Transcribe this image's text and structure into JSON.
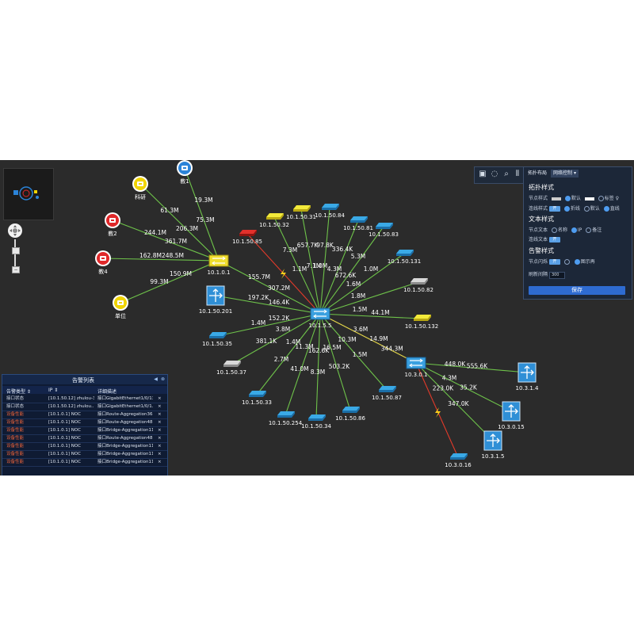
{
  "colors": {
    "link_green": "#6ec24a",
    "link_red": "#e23a2a",
    "link_yellow": "#e6d84a",
    "bolt": "#ffd21a",
    "bg": "#2b2b2b"
  },
  "legend_nodes": [
    {
      "id": "jiao1",
      "label": "教1",
      "color": "#2b83d8",
      "icon": "bus-icon"
    },
    {
      "id": "keyan",
      "label": "科研",
      "color": "#f0d400",
      "icon": "bus-icon"
    },
    {
      "id": "jiao2",
      "label": "教2",
      "color": "#e0282a",
      "icon": "bus-icon"
    },
    {
      "id": "jiao4",
      "label": "教4",
      "color": "#e0282a",
      "icon": "bus-icon"
    },
    {
      "id": "danwei",
      "label": "单位",
      "color": "#f0d400",
      "icon": "bus-icon"
    }
  ],
  "nodes": [
    {
      "id": "n10101",
      "label": "10.1.0.1",
      "kind": "switch-yellow"
    },
    {
      "id": "n1015",
      "label": "10.1.5.5",
      "kind": "switch-blue"
    },
    {
      "id": "n10301",
      "label": "10.3.0.1",
      "kind": "switch-blue"
    },
    {
      "id": "n1015032",
      "label": "10.1.50.32",
      "kind": "flat-yellow"
    },
    {
      "id": "n1015031",
      "label": "10.1.50.31",
      "kind": "flat-yellow"
    },
    {
      "id": "n1015084",
      "label": "10.1.50.84",
      "kind": "flat-blue"
    },
    {
      "id": "n1015081",
      "label": "10.1.50.81",
      "kind": "flat-blue"
    },
    {
      "id": "n1015083",
      "label": "10.1.50.83",
      "kind": "flat-blue"
    },
    {
      "id": "n10150131",
      "label": "10.1.50.131",
      "kind": "flat-blue"
    },
    {
      "id": "n1015082",
      "label": "10.1.50.82",
      "kind": "flat-gray"
    },
    {
      "id": "n10150132",
      "label": "10.1.50.132",
      "kind": "flat-yellow"
    },
    {
      "id": "n1015085",
      "label": "10.1.50.85",
      "kind": "flat-red"
    },
    {
      "id": "n10150201",
      "label": "10.1.50.201",
      "kind": "router"
    },
    {
      "id": "n1015035",
      "label": "10.1.50.35",
      "kind": "flat-blue"
    },
    {
      "id": "n1015037",
      "label": "10.1.50.37",
      "kind": "flat-gray"
    },
    {
      "id": "n1015033",
      "label": "10.1.50.33",
      "kind": "flat-blue"
    },
    {
      "id": "n10150254",
      "label": "10.1.50.254",
      "kind": "flat-blue"
    },
    {
      "id": "n1015034",
      "label": "10.1.50.34",
      "kind": "flat-blue"
    },
    {
      "id": "n1015086",
      "label": "10.1.50.86",
      "kind": "flat-blue"
    },
    {
      "id": "n1015087",
      "label": "10.1.50.87",
      "kind": "flat-blue"
    },
    {
      "id": "n10314",
      "label": "10.3.1.4",
      "kind": "router"
    },
    {
      "id": "n103015",
      "label": "10.3.0.15",
      "kind": "router"
    },
    {
      "id": "n10315",
      "label": "10.3.1.5",
      "kind": "router"
    },
    {
      "id": "n103016",
      "label": "10.3.0.16",
      "kind": "flat-blue"
    }
  ],
  "links": [
    {
      "from": "jiao1",
      "to": "n10101",
      "status": "green",
      "labels": [
        "19.3M",
        "75.3M"
      ]
    },
    {
      "from": "keyan",
      "to": "n10101",
      "status": "green",
      "labels": [
        "61.3M",
        "206.3M"
      ]
    },
    {
      "from": "jiao2",
      "to": "n10101",
      "status": "green",
      "labels": [
        "244.1M",
        "361.7M"
      ]
    },
    {
      "from": "jiao4",
      "to": "n10101",
      "status": "green",
      "labels": [
        "162.8M",
        "248.5M"
      ]
    },
    {
      "from": "danwei",
      "to": "n10101",
      "status": "green",
      "labels": [
        "99.3M",
        "150.9M"
      ]
    },
    {
      "from": "n10101",
      "to": "n1015",
      "status": "green",
      "labels": [
        "155.7M",
        "307.2M"
      ]
    },
    {
      "from": "n1015085",
      "to": "n1015",
      "status": "red",
      "labels": []
    },
    {
      "from": "n1015032",
      "to": "n1015",
      "status": "green",
      "labels": [
        "7.3M",
        "1.1M"
      ]
    },
    {
      "from": "n1015031",
      "to": "n1015",
      "status": "green",
      "labels": [
        "657.7K",
        "7.1M"
      ]
    },
    {
      "from": "n1015084",
      "to": "n1015",
      "status": "green",
      "labels": [
        "97.8K",
        "1.0M"
      ]
    },
    {
      "from": "n1015081",
      "to": "n1015",
      "status": "green",
      "labels": [
        "336.4K",
        "4.3M"
      ]
    },
    {
      "from": "n1015083",
      "to": "n1015",
      "status": "green",
      "labels": [
        "5.3M",
        "672.6K"
      ]
    },
    {
      "from": "n10150131",
      "to": "n1015",
      "status": "green",
      "labels": [
        "1.6M"
      ]
    },
    {
      "from": "n1015082",
      "to": "n1015",
      "status": "green",
      "labels": [
        "1.0M",
        "1.8M"
      ]
    },
    {
      "from": "n10150132",
      "to": "n1015",
      "status": "green",
      "labels": [
        "1.5M",
        "44.1M"
      ]
    },
    {
      "from": "n10150201",
      "to": "n1015",
      "status": "green",
      "labels": [
        "197.2K",
        "146.4K"
      ]
    },
    {
      "from": "n1015035",
      "to": "n1015",
      "status": "green",
      "labels": [
        "1.4M",
        "152.2K"
      ]
    },
    {
      "from": "n1015037",
      "to": "n1015",
      "status": "green",
      "labels": [
        "381.1K",
        "3.8M"
      ]
    },
    {
      "from": "n1015033",
      "to": "n1015",
      "status": "green",
      "labels": [
        "2.7M",
        "1.4M"
      ]
    },
    {
      "from": "n10150254",
      "to": "n1015",
      "status": "green",
      "labels": [
        "41.0M",
        "11.3M"
      ]
    },
    {
      "from": "n1015034",
      "to": "n1015",
      "status": "green",
      "labels": [
        "8.3M",
        "162.6K"
      ]
    },
    {
      "from": "n1015086",
      "to": "n1015",
      "status": "green",
      "labels": [
        "503.2K",
        "16.5M"
      ]
    },
    {
      "from": "n1015087",
      "to": "n1015",
      "status": "green",
      "labels": [
        "1.5M",
        "10.3M"
      ]
    },
    {
      "from": "n1015",
      "to": "n10301",
      "status": "yellow",
      "labels": [
        "3.6M",
        "14.9M",
        "344.3M"
      ]
    },
    {
      "from": "n10301",
      "to": "n10314",
      "status": "green",
      "labels": [
        "448.0K",
        "555.6K"
      ]
    },
    {
      "from": "n10301",
      "to": "n103015",
      "status": "green",
      "labels": [
        "4.3M",
        "35.2K"
      ]
    },
    {
      "from": "n10301",
      "to": "n10315",
      "status": "green",
      "labels": [
        "223.0K",
        "347.0K"
      ]
    },
    {
      "from": "n10301",
      "to": "n103016",
      "status": "red",
      "labels": []
    }
  ],
  "control_panel": {
    "tabs": [
      "拓扑布局",
      "网络控制"
    ],
    "topo_style_title": "拓扑样式",
    "node_style_label": "节点样式",
    "node_style_opts": [
      "默认",
      "标签"
    ],
    "link_style_label": "连线样式",
    "link_style_toggle": "开",
    "link_style_opts": [
      "折线",
      "默认",
      "直线"
    ],
    "text_style_title": "文本样式",
    "node_text_label": "节点文本",
    "node_text_opts": [
      "名称",
      "IP",
      "备注"
    ],
    "link_text_label": "连线文本",
    "link_text_toggle": "开",
    "alarm_style_title": "告警样式",
    "alarm_flash_label": "节点闪烁",
    "alarm_flash_toggle": "开",
    "alarm_flash_opt": "图示再",
    "refresh_label": "刷新间隔",
    "refresh_value": "300",
    "save_label": "保存"
  },
  "alarm_list": {
    "title": "告警列表",
    "columns": [
      "告警类型",
      "IP",
      "详细描述"
    ],
    "rows": [
      {
        "type": "接口状态",
        "type_color": "#d7dde8",
        "ip": "[10.1.50.12] zhulou-32",
        "desc": "接口GigabitEthernet1/0/13...",
        "close": "×"
      },
      {
        "type": "接口状态",
        "type_color": "#d7dde8",
        "ip": "[10.1.50.12] zhulou...",
        "desc": "接口GigabitEthernet1/0/1...",
        "close": "×"
      },
      {
        "type": "设备性能",
        "type_color": "#e8623a",
        "ip": "[10.1.0.1] NOC",
        "desc": "接口Route-Aggregation36...",
        "close": "×"
      },
      {
        "type": "设备性能",
        "type_color": "#e8623a",
        "ip": "[10.1.0.1] NOC",
        "desc": "接口Route-Aggregation48...",
        "close": "×"
      },
      {
        "type": "设备性能",
        "type_color": "#e8623a",
        "ip": "[10.1.0.1] NOC",
        "desc": "接口Bridge-Aggregation11...",
        "close": "×"
      },
      {
        "type": "设备性能",
        "type_color": "#e8623a",
        "ip": "[10.1.0.1] NOC",
        "desc": "接口Route-Aggregation48...",
        "close": "×"
      },
      {
        "type": "设备性能",
        "type_color": "#e8623a",
        "ip": "[10.1.0.1] NOC",
        "desc": "接口Bridge-Aggregation11...",
        "close": "×"
      },
      {
        "type": "设备性能",
        "type_color": "#e8623a",
        "ip": "[10.1.0.1] NOC",
        "desc": "接口Bridge-Aggregation11...",
        "close": "×"
      },
      {
        "type": "设备性能",
        "type_color": "#e8623a",
        "ip": "[10.1.0.1] NOC",
        "desc": "接口Bridge-Aggregation11...",
        "close": "×"
      }
    ]
  }
}
